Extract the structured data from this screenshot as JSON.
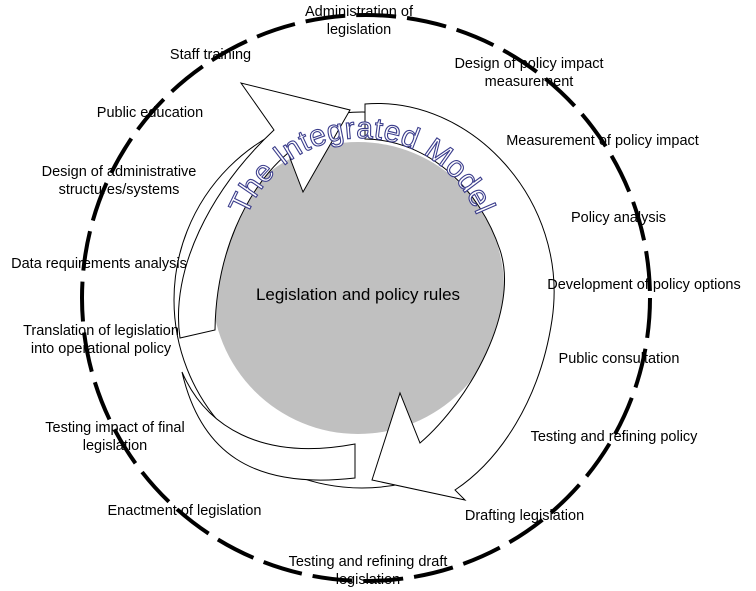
{
  "center": {
    "title": "The Integrated Model",
    "subtitle": "Legislation and policy rules",
    "title_color": "#3b3d8c",
    "circle_color": "#c0c0c0"
  },
  "steps": [
    {
      "id": "administration",
      "label": "Administration of\nlegislation"
    },
    {
      "id": "design-impact-measurement",
      "label": "Design of policy impact\nmeasurement"
    },
    {
      "id": "measurement-impact",
      "label": "Measurement of policy impact"
    },
    {
      "id": "policy-analysis",
      "label": "Policy analysis"
    },
    {
      "id": "policy-options",
      "label": "Development of policy options"
    },
    {
      "id": "public-consultation",
      "label": "Public consultation"
    },
    {
      "id": "testing-refining-policy",
      "label": "Testing and refining policy"
    },
    {
      "id": "drafting-legislation",
      "label": "Drafting legislation"
    },
    {
      "id": "testing-refining-draft",
      "label": "Testing and refining draft\nlegislation"
    },
    {
      "id": "enactment",
      "label": "Enactment of legislation"
    },
    {
      "id": "testing-impact-final",
      "label": "Testing impact of final\nlegislation"
    },
    {
      "id": "translation",
      "label": "Translation of legislation\ninto operational policy"
    },
    {
      "id": "data-requirements",
      "label": "Data requirements analysis"
    },
    {
      "id": "design-admin-structures",
      "label": "Design of administrative\nstructures/systems"
    },
    {
      "id": "public-education",
      "label": "Public education"
    },
    {
      "id": "staff-training",
      "label": "Staff training"
    }
  ]
}
